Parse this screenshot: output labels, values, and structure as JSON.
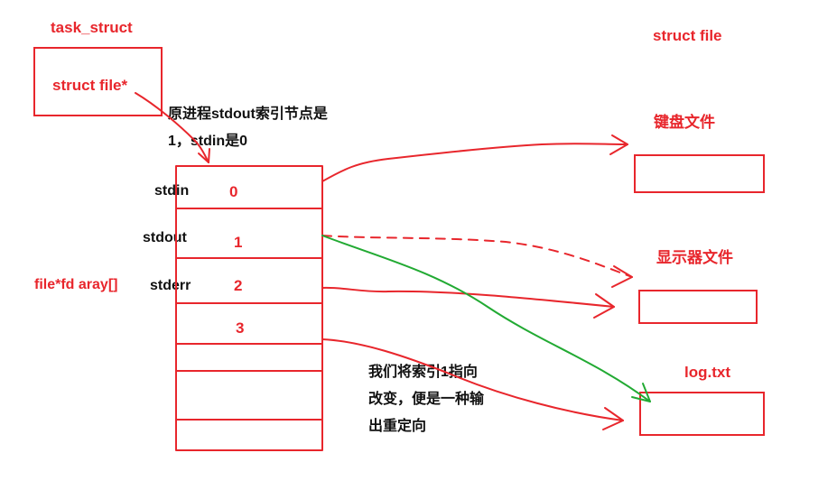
{
  "task": {
    "title": "task_struct",
    "field": "struct file*"
  },
  "note_top": {
    "line1": "原进程stdout索引节点是",
    "line2": "1，stdin是0"
  },
  "fd_array": {
    "label": "file*fd aray[]",
    "names": [
      "stdin",
      "stdout",
      "stderr"
    ],
    "indexes": [
      "0",
      "1",
      "2",
      "3"
    ]
  },
  "files": {
    "header": "struct file",
    "keyboard": "键盘文件",
    "display": "显示器文件",
    "log": "log.txt"
  },
  "note_bottom": {
    "line1": "我们将索引1指向",
    "line2": "改变，便是一种输",
    "line3": "出重定向"
  },
  "colors": {
    "red": "#e8262c",
    "green": "#22aa33",
    "text": "#111111"
  }
}
